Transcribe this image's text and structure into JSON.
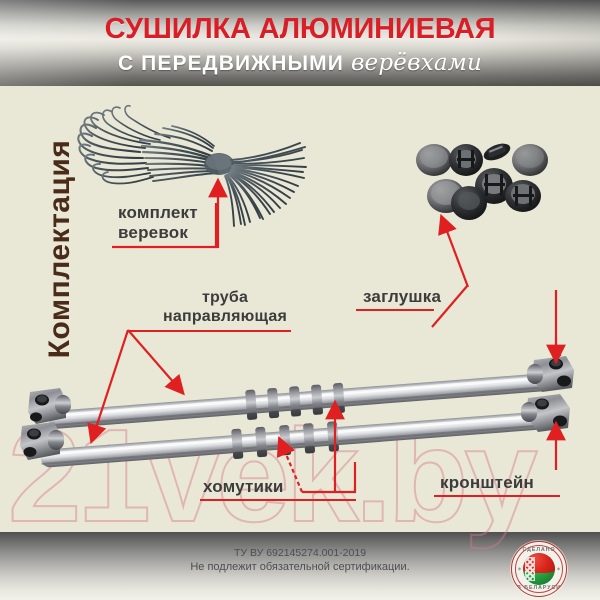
{
  "header": {
    "title": "СУШИЛКА АЛЮМИНИЕВАЯ",
    "subtitle_bold": "С ПЕРЕДВИЖНЫМИ",
    "subtitle_script": "верёвхами",
    "title_color": "#d81f27",
    "subtitle_color": "#ffffff"
  },
  "side_label": {
    "text": "Комплектация",
    "color": "#4a2a18"
  },
  "callouts": {
    "rope": {
      "line1": "комплект",
      "line2": "веревок"
    },
    "tube": {
      "line1": "труба",
      "line2": "направляющая"
    },
    "cap": {
      "line1": "заглушка"
    },
    "clamp": {
      "line1": "хомутики"
    },
    "bracket": {
      "line1": "кронштейн"
    },
    "accent_color": "#e02020",
    "text_color": "#3c3c3c"
  },
  "watermark": {
    "text": "21vek.by",
    "color": "#d6788c"
  },
  "footer": {
    "cert_code": "ТУ ВУ 692145274.001-2019",
    "cert_note": "Не подлежит обязательной сертификации.",
    "text_color": "#4d4d52"
  },
  "badge": {
    "top_text": "СДЕЛАНО",
    "bottom_text": "В БЕЛАРУСИ",
    "star_left": "✶",
    "star_right": "✶",
    "border_color": "#b9342c"
  },
  "background": {
    "main_color": "#e9e8d6"
  }
}
